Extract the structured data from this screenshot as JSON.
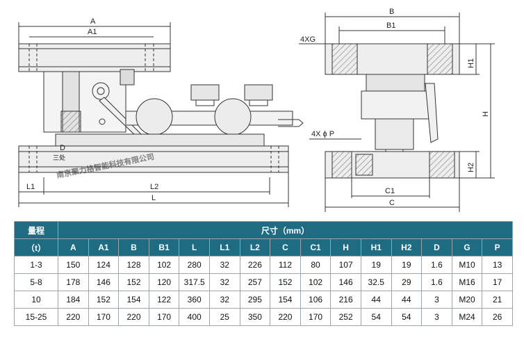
{
  "drawing": {
    "labels": {
      "A": "A",
      "A1": "A1",
      "B": "B",
      "B1": "B1",
      "XG": "4XG",
      "H1": "H1",
      "H": "H",
      "XP": "4X ϕ P",
      "H2": "H2",
      "C1": "C1",
      "C": "C",
      "L1": "L1",
      "L2": "L2",
      "L": "L",
      "D": "D",
      "san": "三处"
    },
    "watermark": "南京聚力格智能科技有限公司"
  },
  "table": {
    "range_label": "量程",
    "range_unit": "（t）",
    "size_label": "尺寸（mm）",
    "columns": [
      "A",
      "A1",
      "B",
      "B1",
      "L",
      "L1",
      "L2",
      "C",
      "C1",
      "H",
      "H1",
      "H2",
      "D",
      "G",
      "P"
    ],
    "rows": [
      {
        "range": "1-3",
        "values": [
          "150",
          "124",
          "128",
          "102",
          "280",
          "32",
          "226",
          "112",
          "80",
          "107",
          "19",
          "19",
          "1.6",
          "M10",
          "13"
        ]
      },
      {
        "range": "5-8",
        "values": [
          "178",
          "146",
          "152",
          "120",
          "317.5",
          "32",
          "257",
          "152",
          "102",
          "146",
          "32.5",
          "29",
          "1.6",
          "M16",
          "17"
        ]
      },
      {
        "range": "10",
        "values": [
          "184",
          "152",
          "154",
          "122",
          "360",
          "32",
          "295",
          "154",
          "106",
          "216",
          "44",
          "44",
          "3",
          "M20",
          "21"
        ]
      },
      {
        "range": "15-25",
        "values": [
          "220",
          "170",
          "220",
          "170",
          "400",
          "25",
          "350",
          "220",
          "170",
          "252",
          "54",
          "54",
          "3",
          "M24",
          "26"
        ]
      }
    ]
  }
}
